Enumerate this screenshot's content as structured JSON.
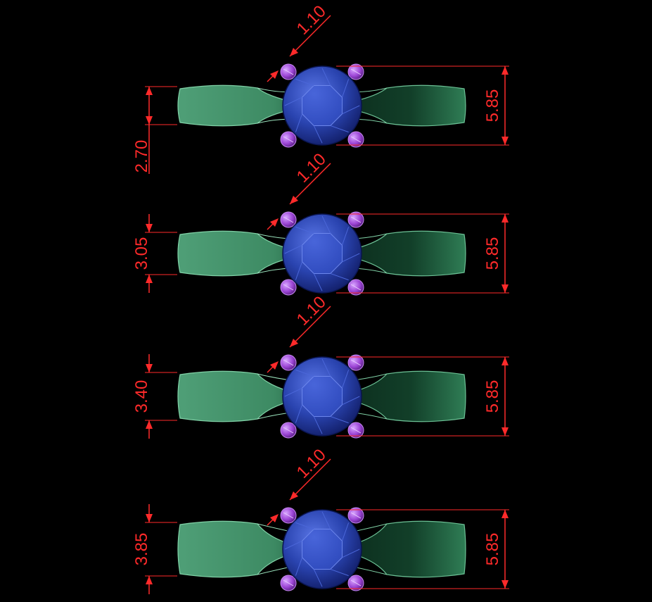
{
  "colors": {
    "background": "#000000",
    "dimension": "#ff2a2a",
    "band_light": "#5fb58a",
    "band_dark": "#12402a",
    "stone": "#2f49b8",
    "stone_dark": "#10206a",
    "prong": "#a44fd8"
  },
  "rings": [
    {
      "band_width_label": "2.70",
      "stone_span_label": "5.85",
      "prong_label": "1.10"
    },
    {
      "band_width_label": "3.05",
      "stone_span_label": "5.85",
      "prong_label": "1.10"
    },
    {
      "band_width_label": "3.40",
      "stone_span_label": "5.85",
      "prong_label": "1.10"
    },
    {
      "band_width_label": "3.85",
      "stone_span_label": "5.85",
      "prong_label": "1.10"
    }
  ]
}
